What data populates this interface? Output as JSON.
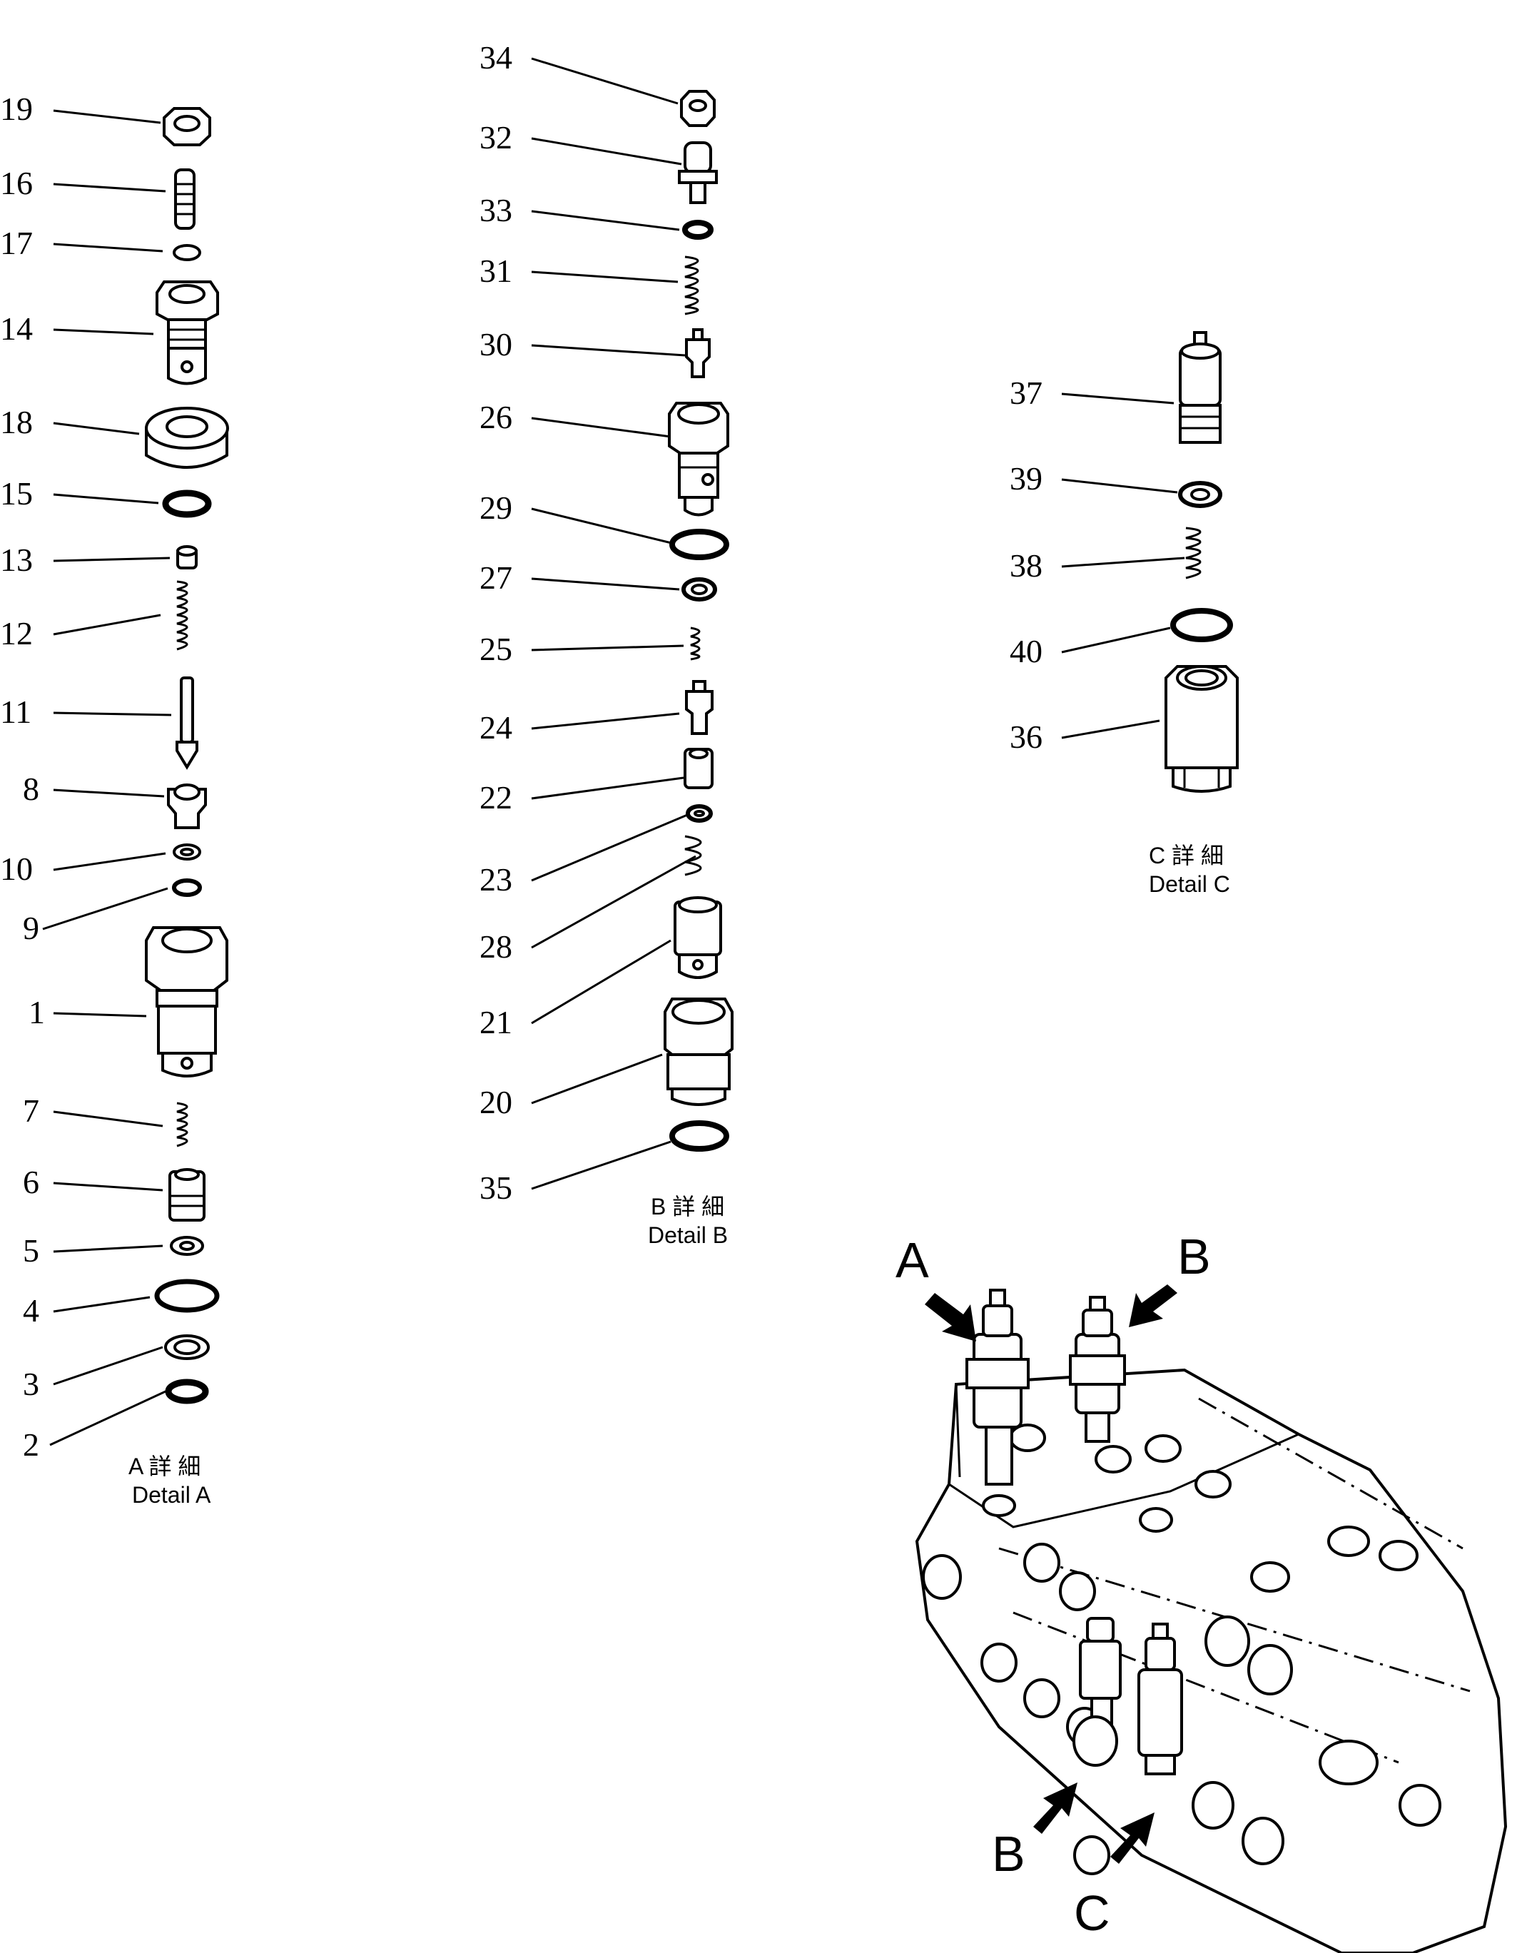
{
  "details": [
    {
      "id": "A",
      "caption_ja": "A 詳 細",
      "caption_en": "Detail A",
      "callouts": [
        "19",
        "16",
        "17",
        "14",
        "18",
        "15",
        "13",
        "12",
        "11",
        "8",
        "10",
        "9",
        "1",
        "7",
        "6",
        "5",
        "4",
        "3",
        "2"
      ]
    },
    {
      "id": "B",
      "caption_ja": "B 詳 細",
      "caption_en": "Detail B",
      "callouts": [
        "34",
        "32",
        "33",
        "31",
        "30",
        "26",
        "29",
        "27",
        "25",
        "24",
        "22",
        "23",
        "28",
        "21",
        "20",
        "35"
      ]
    },
    {
      "id": "C",
      "caption_ja": "C 詳 細",
      "caption_en": "Detail C",
      "callouts": [
        "37",
        "39",
        "38",
        "40",
        "36"
      ]
    }
  ],
  "assembly_view": {
    "arrow_labels": [
      "A",
      "B",
      "B",
      "C"
    ]
  }
}
